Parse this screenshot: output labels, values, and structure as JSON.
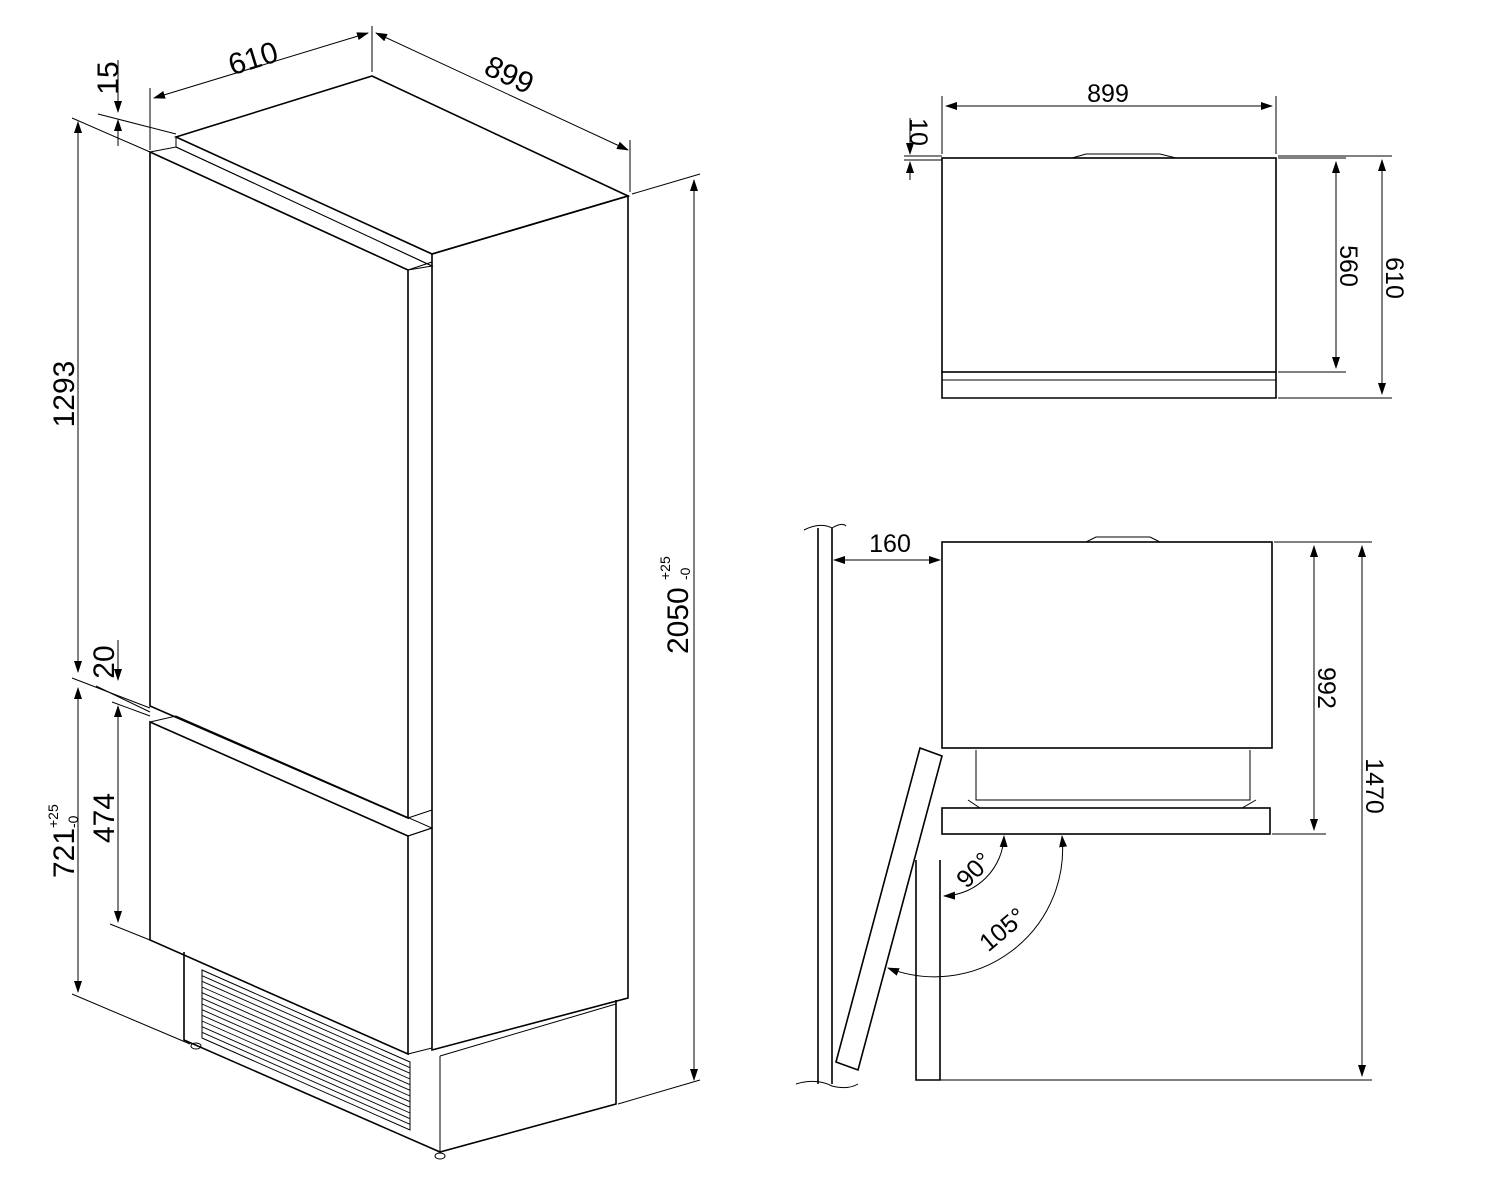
{
  "isometric_view": {
    "width": "610",
    "depth": "899",
    "top_gap": "15",
    "upper_door_height": "1293",
    "door_gap": "20",
    "lower_niche_height": "721",
    "lower_niche_tol_plus": "+25",
    "lower_niche_tol_minus": "-0",
    "lower_door_height": "474",
    "total_height": "2050",
    "total_height_tol_plus": "+25",
    "total_height_tol_minus": "-0"
  },
  "top_view": {
    "width": "899",
    "gap": "10",
    "cabinet_depth": "560",
    "total_depth": "610"
  },
  "door_open_view": {
    "wall_clearance": "160",
    "depth_door_90": "992",
    "depth_door_105": "1470",
    "angle_90": "90°",
    "angle_105": "105°"
  }
}
